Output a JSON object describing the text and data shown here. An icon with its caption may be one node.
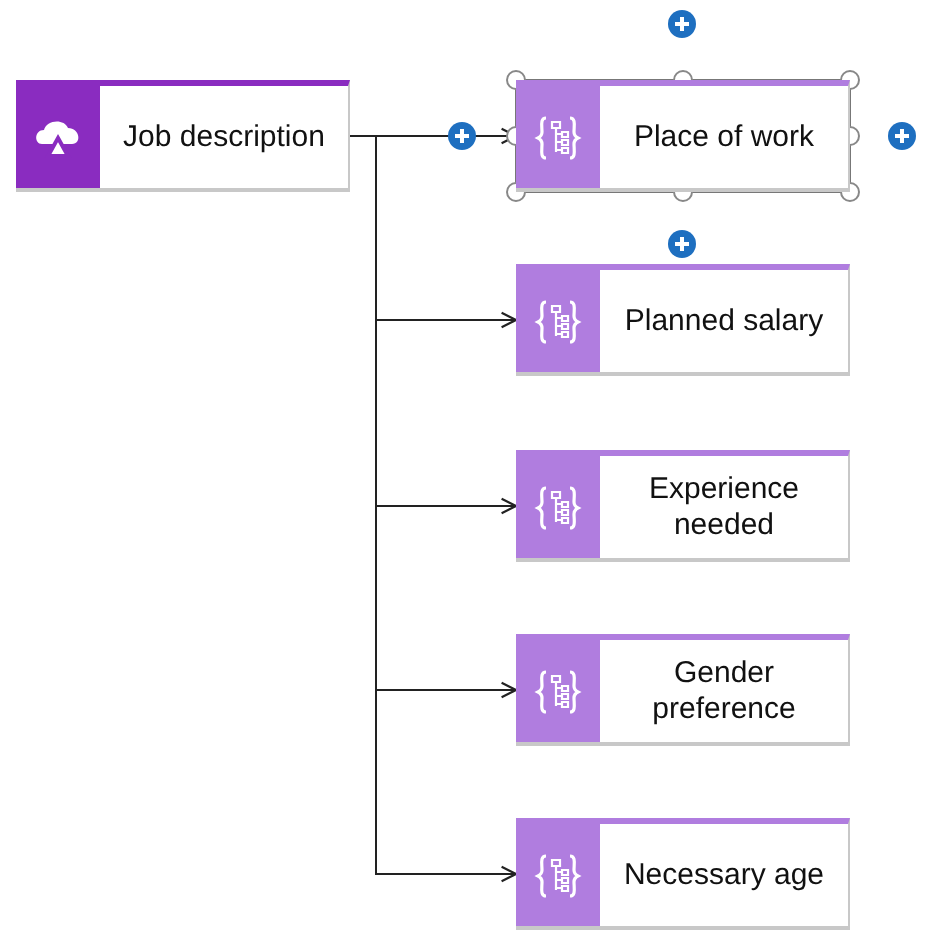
{
  "diagram": {
    "nodes": [
      {
        "text": [
          "Job description"
        ]
      },
      {
        "text": [
          "Place of work"
        ]
      },
      {
        "text": [
          "Planned salary"
        ]
      },
      {
        "text": [
          "Experience needed"
        ]
      },
      {
        "text": [
          "Gender preference"
        ]
      },
      {
        "text": [
          "Necessary age"
        ]
      }
    ],
    "edges": [
      {
        "from": 0,
        "to": 1,
        "arrow": "to"
      },
      {
        "from": 0,
        "to": 2,
        "arrow": "to"
      },
      {
        "from": 0,
        "to": 3,
        "arrow": "to"
      },
      {
        "from": 0,
        "to": 4,
        "arrow": "to"
      },
      {
        "from": 0,
        "to": 5,
        "arrow": "to"
      }
    ]
  }
}
